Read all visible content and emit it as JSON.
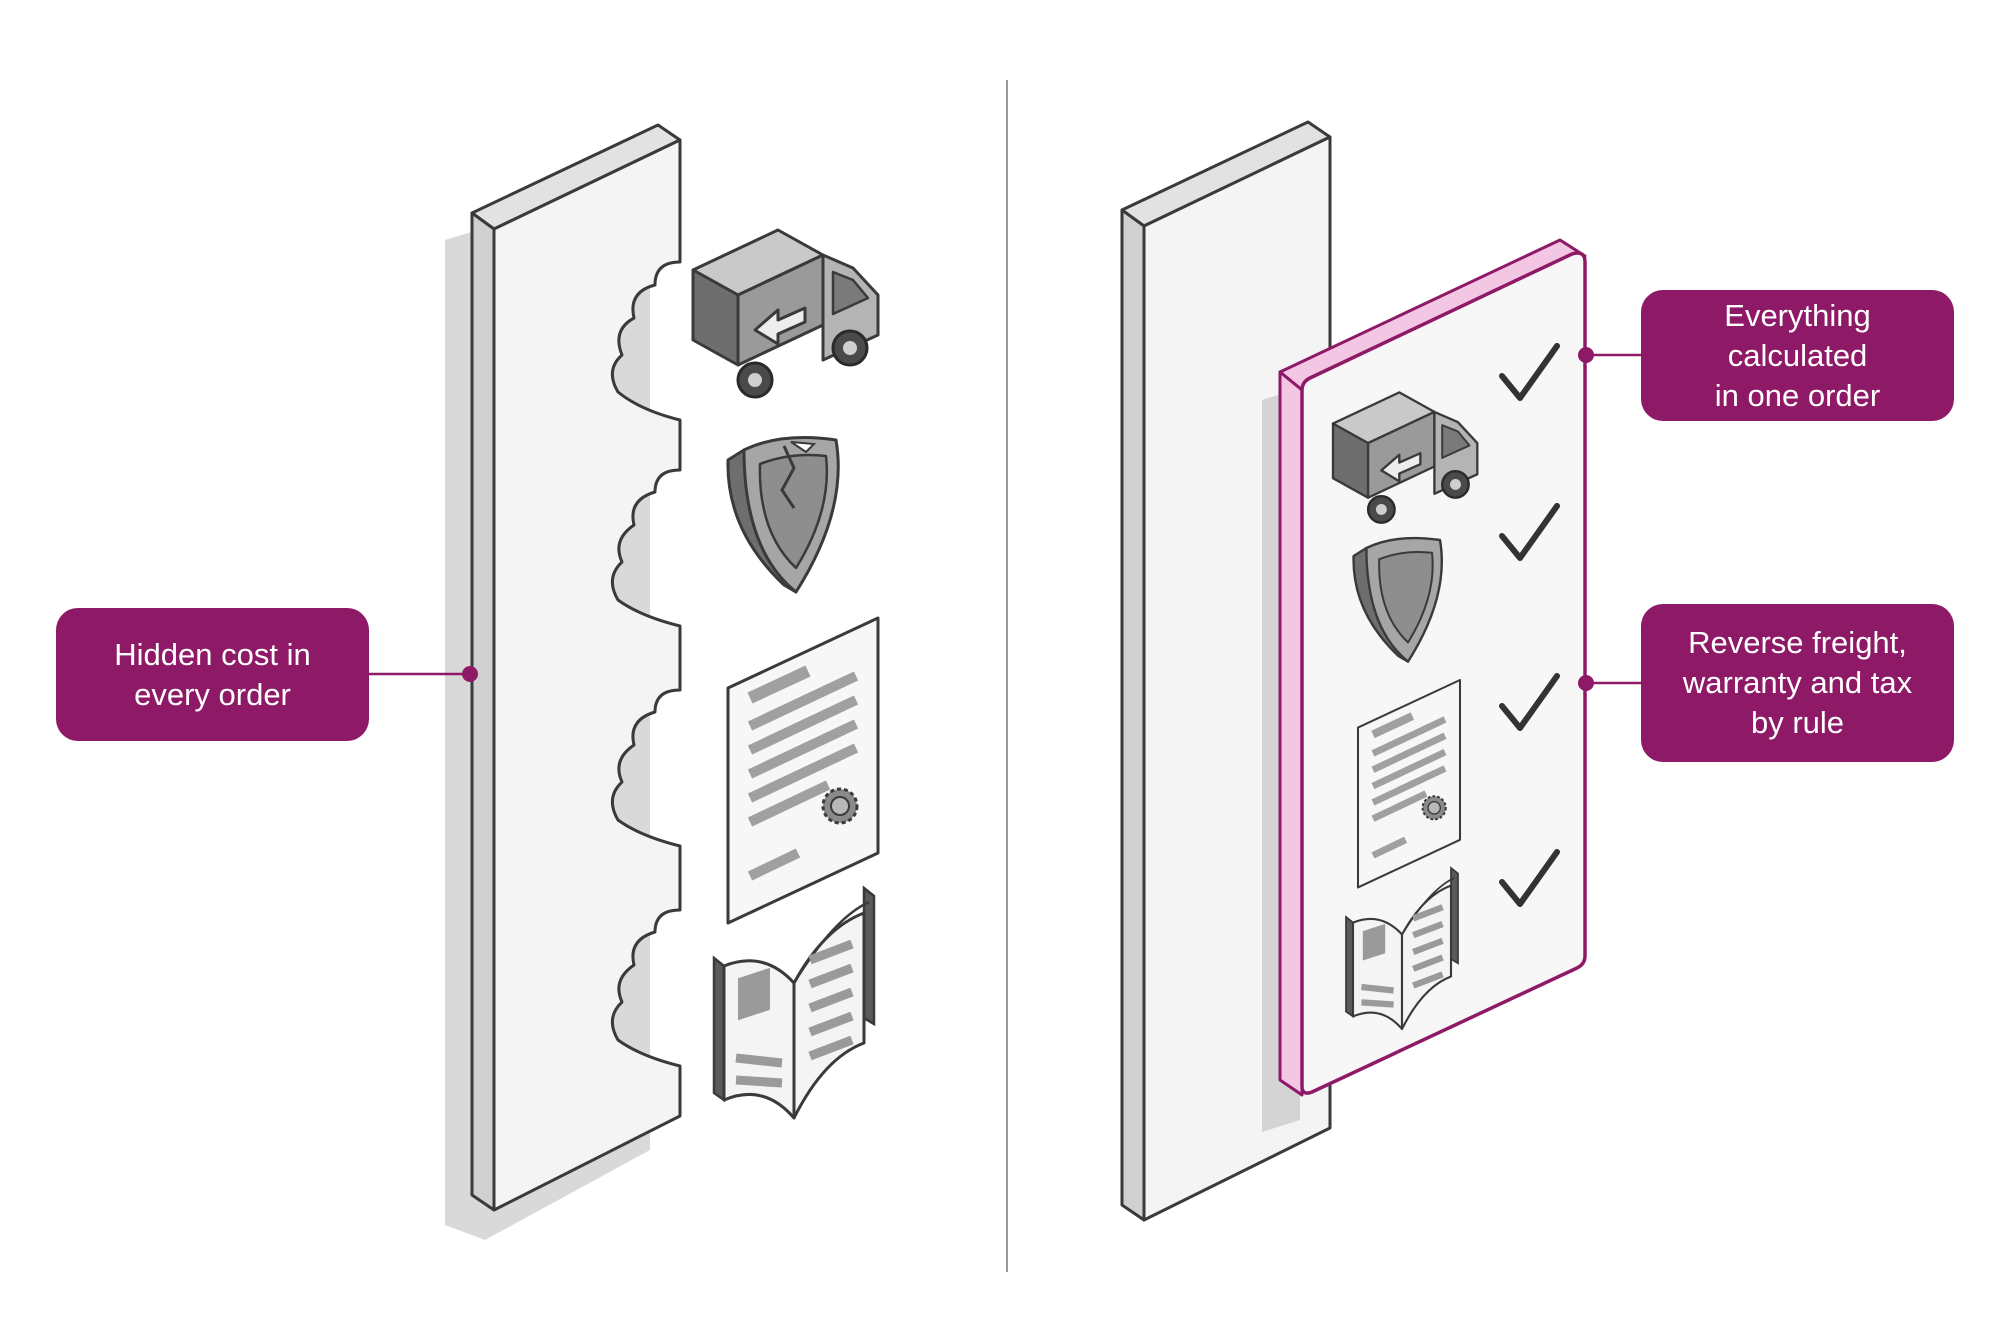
{
  "colors": {
    "accent": "#8e1a67",
    "accent_light": "#f3c6e3",
    "panel_fill": "#f4f4f4",
    "panel_side": "#d6d6d6",
    "outline": "#3a3a3a",
    "icon_fill": "#9a9a9a",
    "icon_dark": "#6e6e6e",
    "shadow": "#d0d0d0",
    "divider": "#9a9a9a"
  },
  "icons": {
    "before": [
      "truck-icon",
      "broken-shield-icon",
      "certificate-document-icon",
      "open-manual-icon"
    ],
    "after": [
      "truck-icon",
      "shield-icon",
      "certificate-document-icon",
      "open-manual-icon",
      "checkmark-icon"
    ]
  },
  "left_panel": {
    "callout": {
      "line1": "Hidden cost in",
      "line2": "every order"
    }
  },
  "right_panel": {
    "callout_top": {
      "line1": "Everything calculated",
      "line2": "in one order"
    },
    "callout_bottom": {
      "line1": "Reverse freight,",
      "line2": "warranty and tax",
      "line3": "by rule"
    }
  }
}
